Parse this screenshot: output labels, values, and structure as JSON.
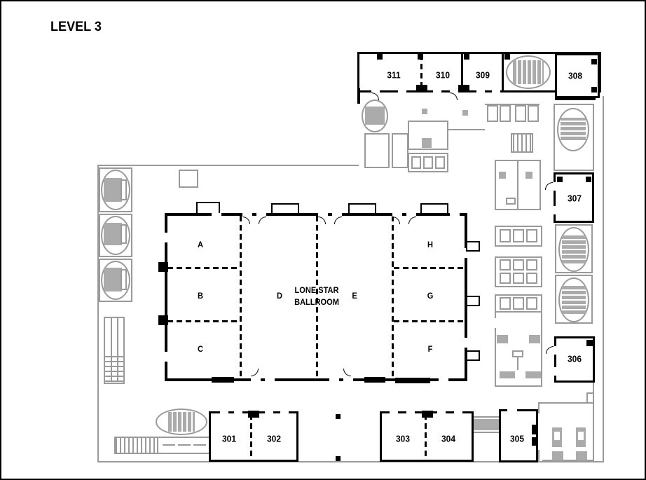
{
  "title": "LEVEL 3",
  "ballroom": {
    "name_line1": "LONE STAR",
    "name_line2": "BALLROOM",
    "sections": {
      "a": "A",
      "b": "B",
      "c": "C",
      "d": "D",
      "e": "E",
      "f": "F",
      "g": "G",
      "h": "H"
    }
  },
  "rooms": {
    "r301": "301",
    "r302": "302",
    "r303": "303",
    "r304": "304",
    "r305": "305",
    "r306": "306",
    "r307": "307",
    "r308": "308",
    "r309": "309",
    "r310": "310",
    "r311": "311"
  },
  "colors": {
    "wall": "#000000",
    "service_line": "#9a9a9a",
    "service_fill": "#ababab",
    "background": "#ffffff"
  }
}
